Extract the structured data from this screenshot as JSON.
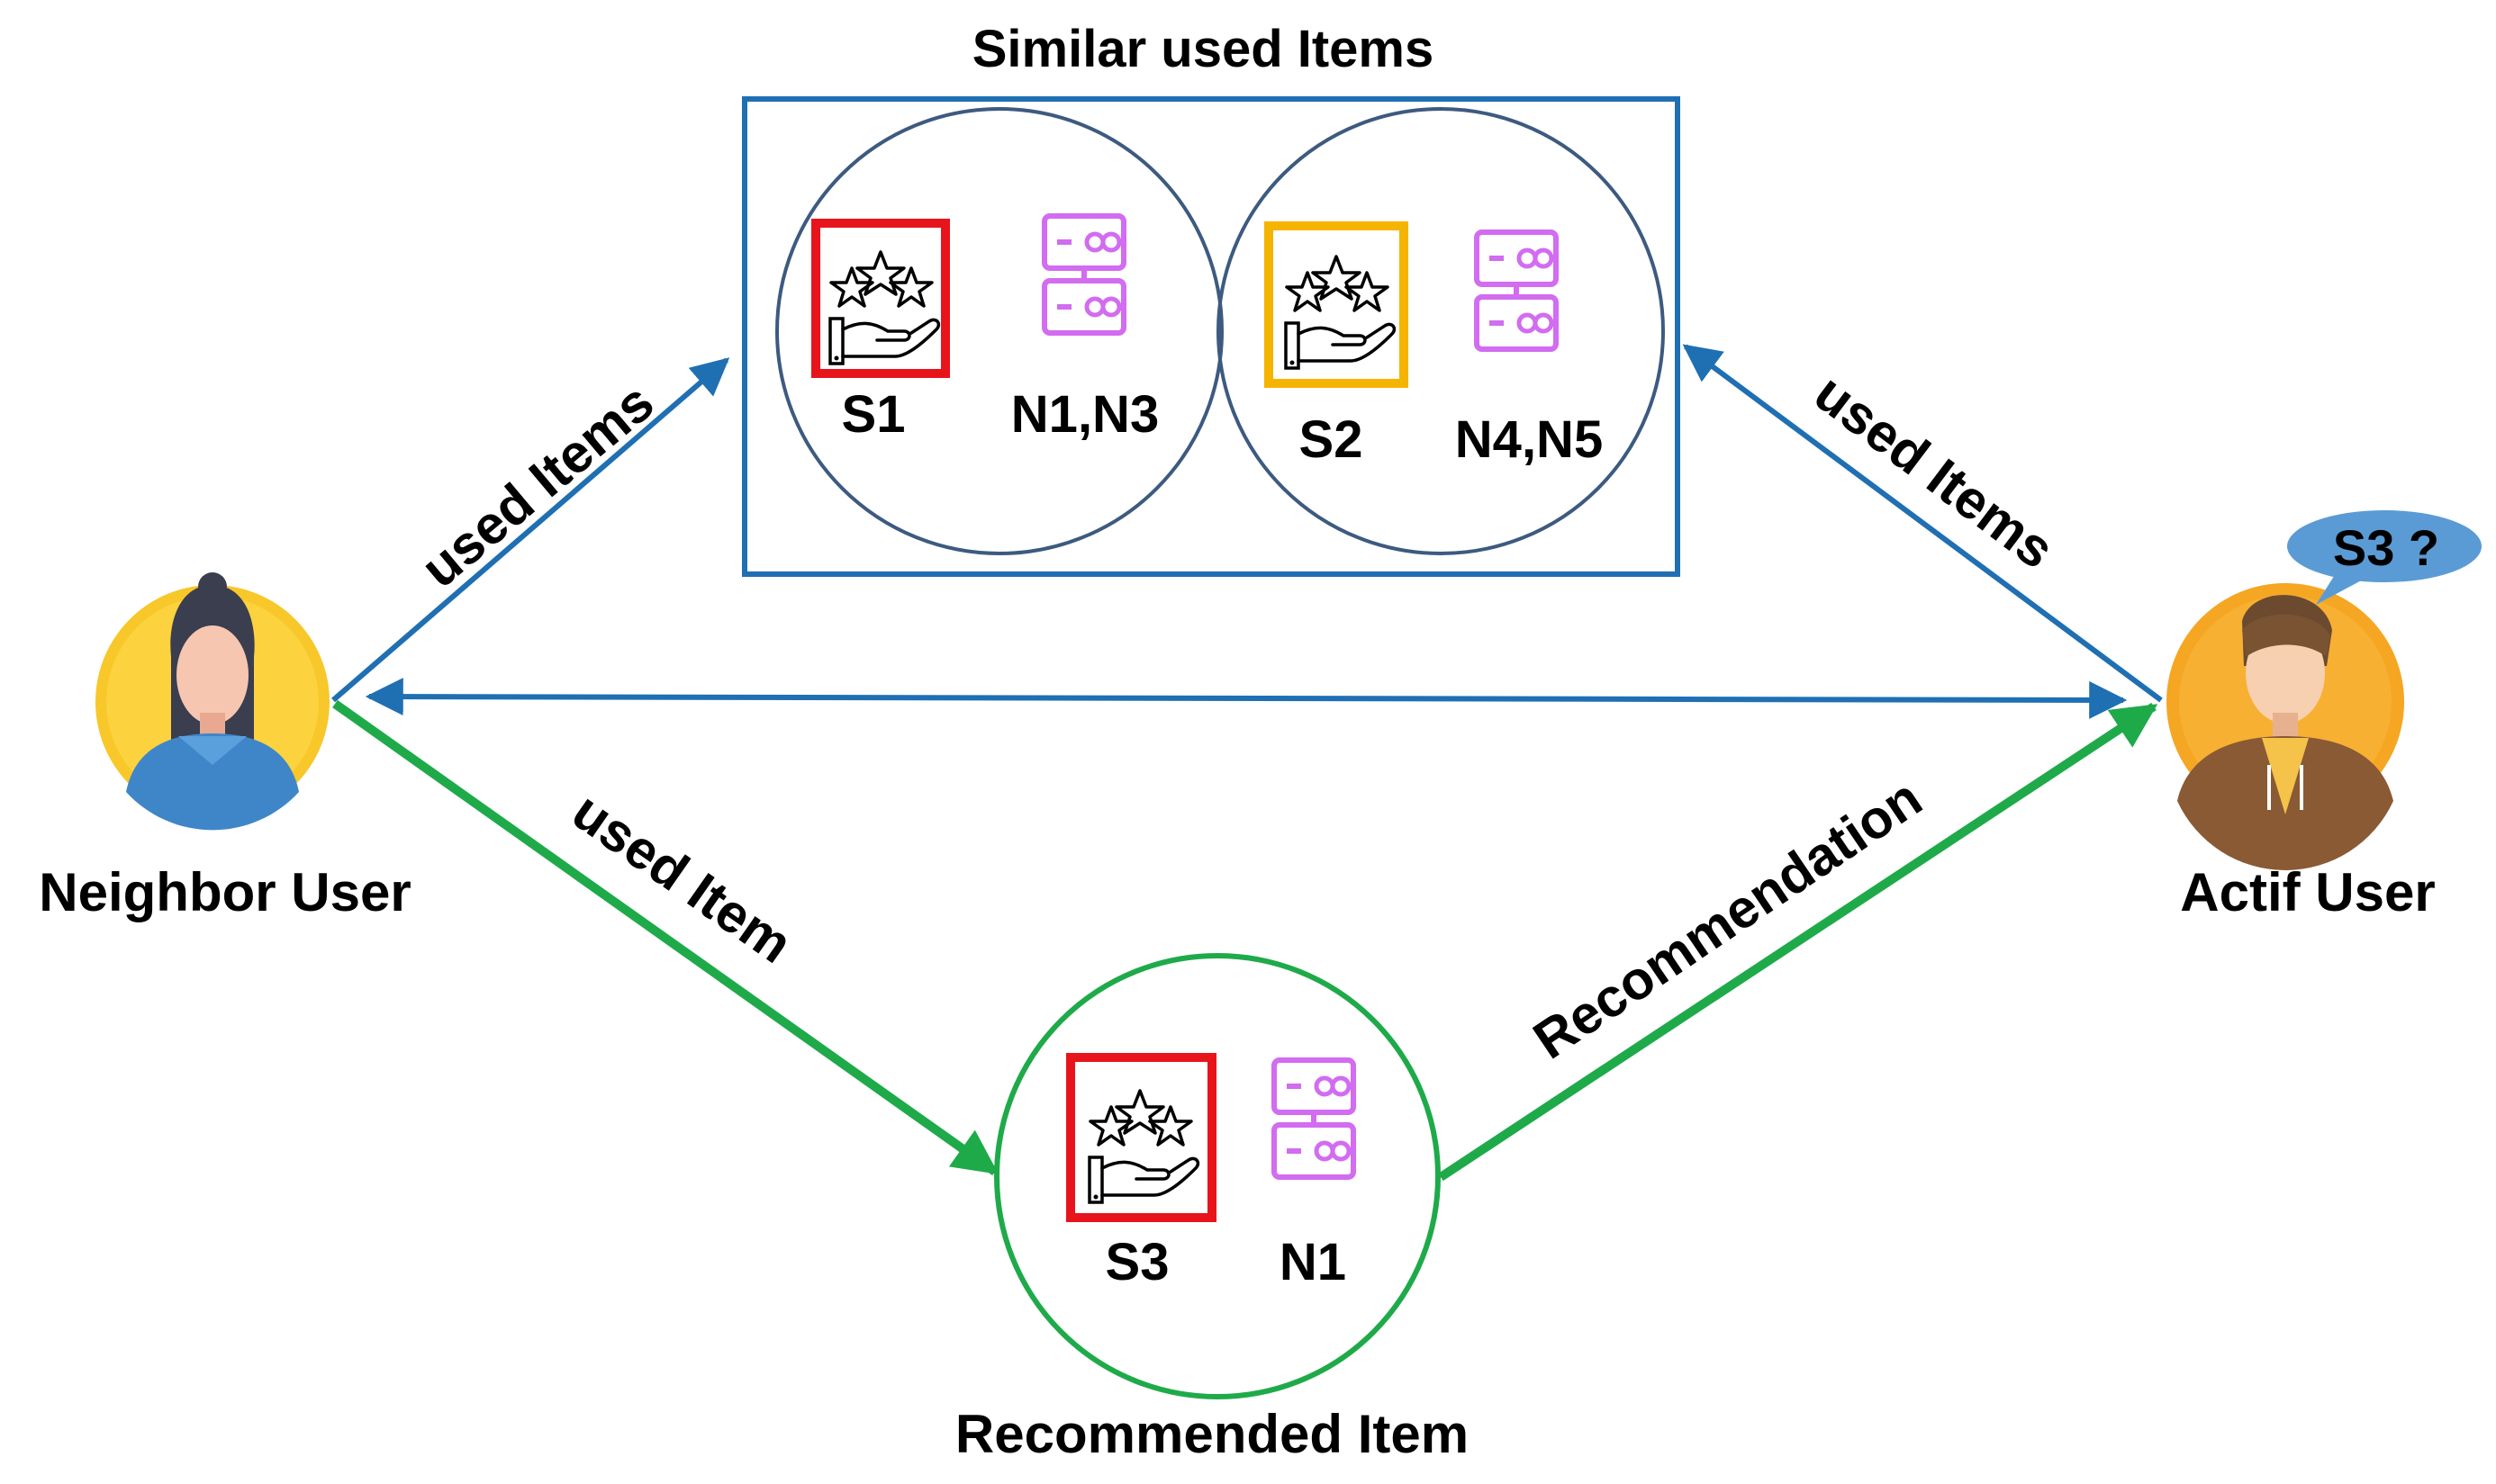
{
  "title": "Similar used Items",
  "labels": {
    "neighbor_user": "Neighbor User",
    "actif_user": "Actif User",
    "recommended_item": "Recommended Item",
    "thought_bubble": "S3 ?"
  },
  "edges": {
    "neighbor_to_similar": "used Items",
    "actif_to_similar": "used Items",
    "neighbor_to_recommended": "used Item",
    "recommended_to_actif": "Recommendation"
  },
  "groups": {
    "group1": {
      "service": "S1",
      "nodes": "N1,N3",
      "frame_color": "#e8141c"
    },
    "group2": {
      "service": "S2",
      "nodes": "N4,N5",
      "frame_color": "#f5b400"
    },
    "recommended": {
      "service": "S3",
      "nodes": "N1",
      "frame_color": "#e8141c"
    }
  },
  "colors": {
    "blue": "#1f6fb3",
    "green": "#1faa4a",
    "circle_stroke": "#3d5a80",
    "server": "#d26cf0",
    "bubble": "#5b9bd5"
  },
  "icons": {
    "user_icon": "person-avatar-icon",
    "service_icon": "rating-stars-hand-icon",
    "node_icon": "server-rack-icon"
  }
}
